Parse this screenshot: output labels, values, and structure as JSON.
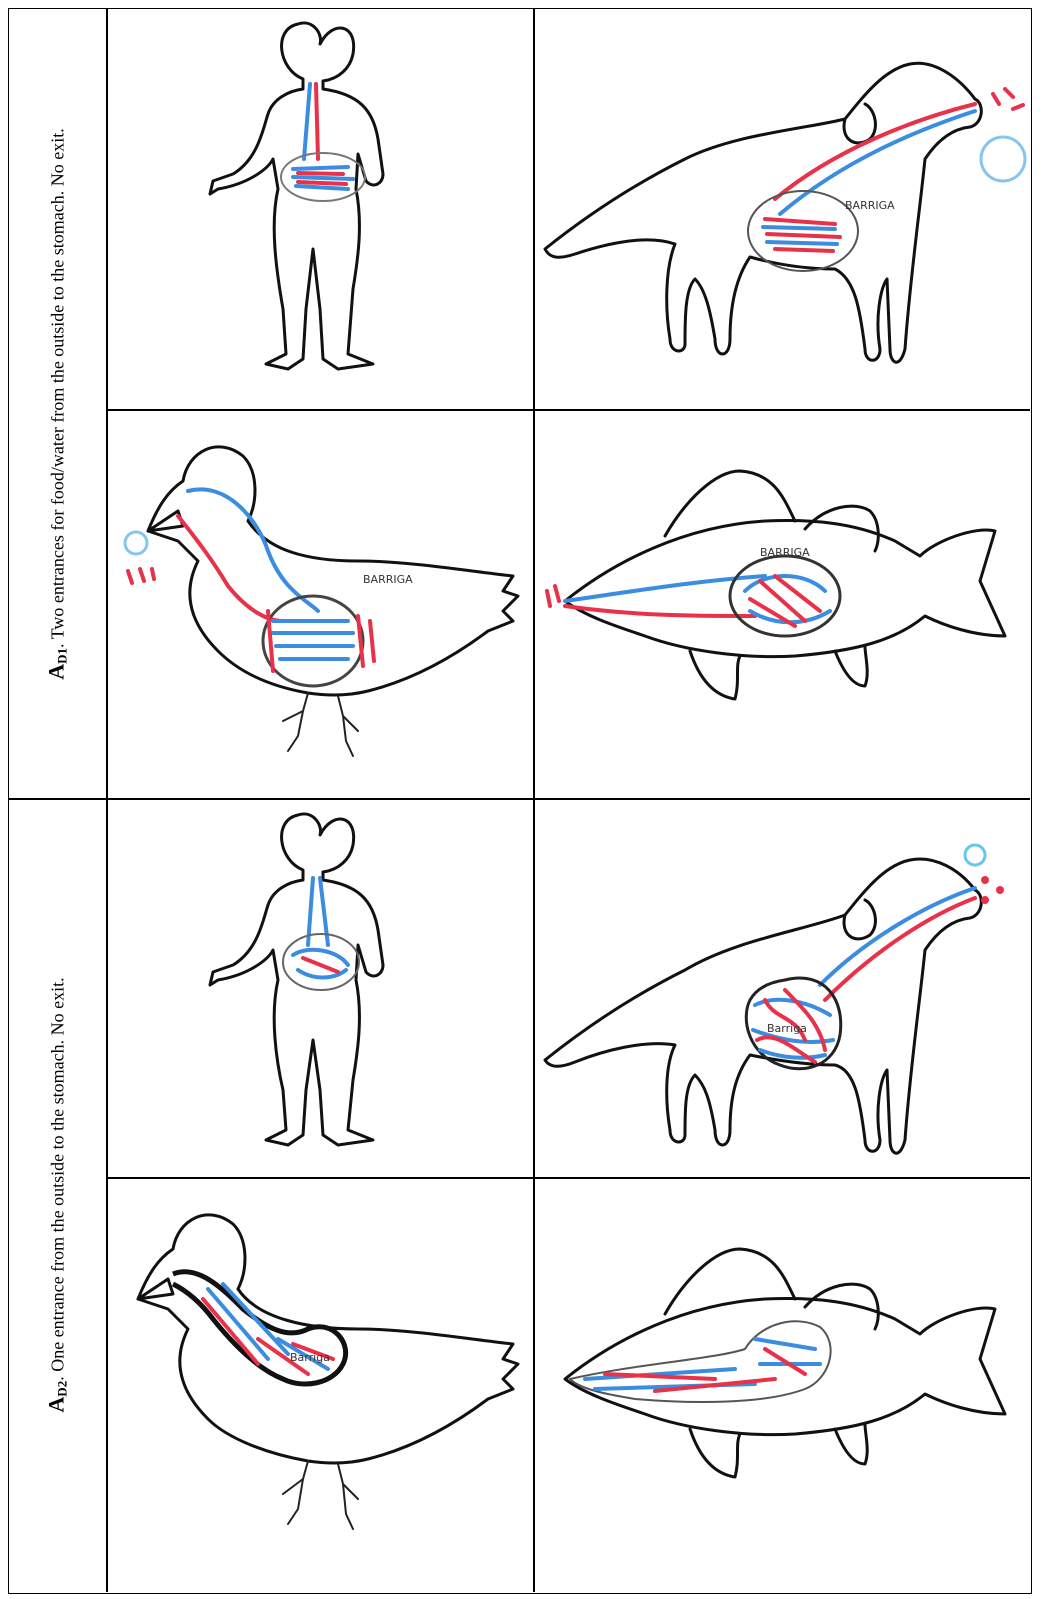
{
  "rows": [
    {
      "code_letter": "A",
      "code_sub": "D1",
      "description": ". Two entrances for food/water from the outside to the stomach. No exit."
    },
    {
      "code_letter": "A",
      "code_sub": "D2",
      "description": ". One entrance from the outside to the stomach. No exit."
    }
  ],
  "drawing_labels": {
    "barriga": "BARRIGA",
    "barriga_fish": "BARRIGA",
    "barriga_dog2": "Barriga",
    "barriga_duck2": "Barriga"
  },
  "colors": {
    "red": "#e8324a",
    "blue": "#3a8de0",
    "watermark": "#8fd3f4"
  }
}
